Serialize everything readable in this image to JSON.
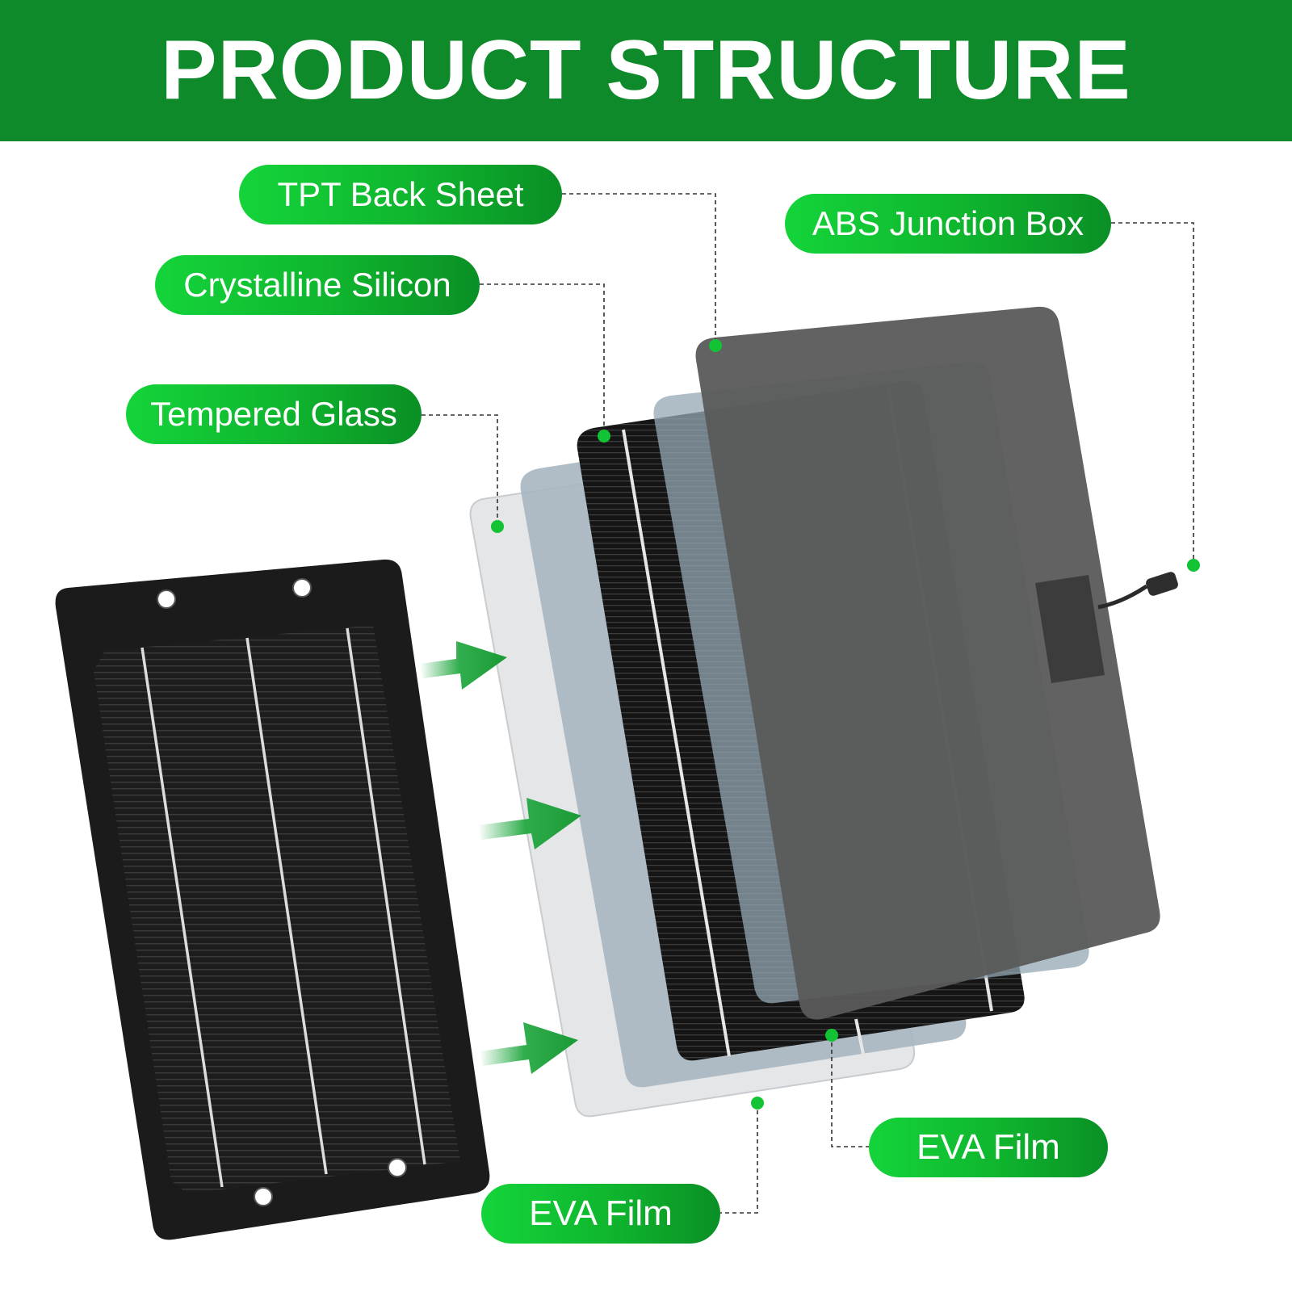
{
  "title": "PRODUCT STRUCTURE",
  "labels": {
    "tpt": "TPT Back Sheet",
    "abs": "ABS Junction Box",
    "silicon": "Crystalline Silicon",
    "glass": "Tempered Glass",
    "eva_right": "EVA Film",
    "eva_bottom": "EVA Film"
  },
  "colors": {
    "banner": "#0f8a2a",
    "pill": "#12c333",
    "arrow": "#1aa53a",
    "panel": "#1b1b1b"
  }
}
